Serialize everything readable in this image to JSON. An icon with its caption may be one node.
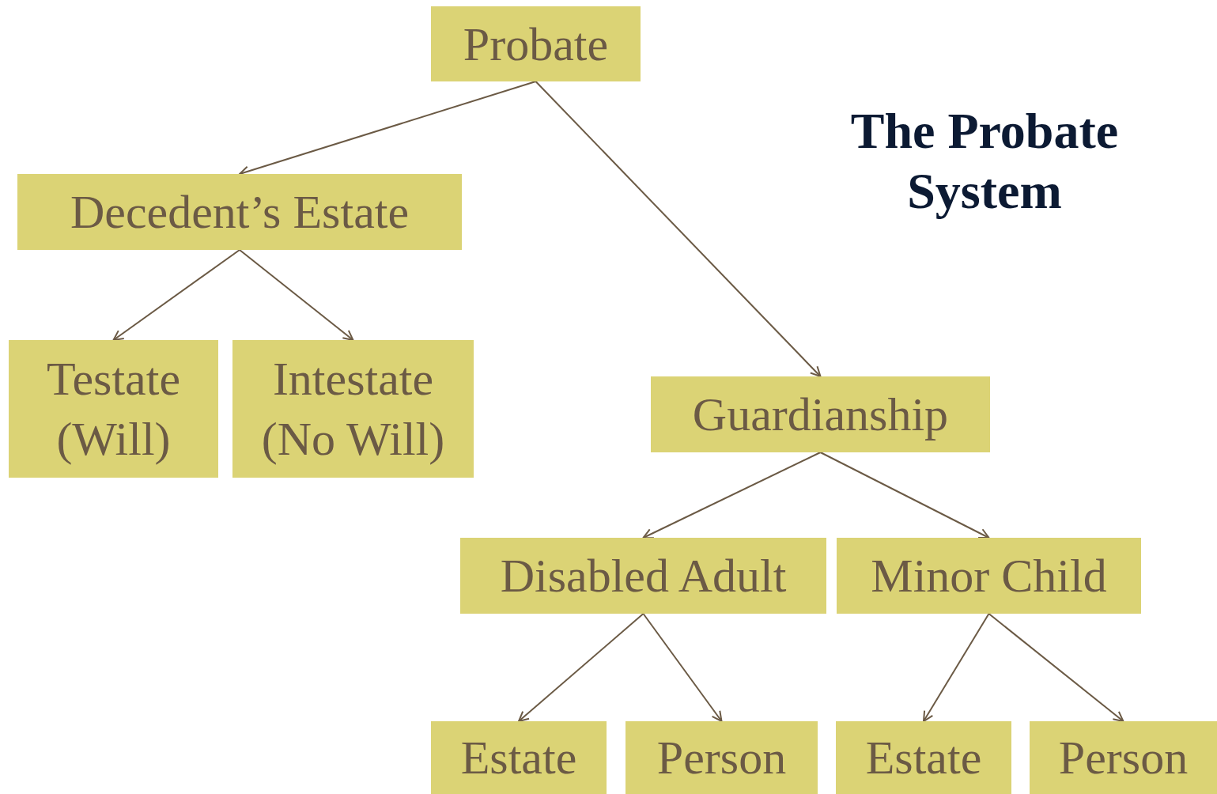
{
  "diagram": {
    "title": "The Probate System",
    "nodes": [
      {
        "text": [
          "Probate"
        ]
      },
      {
        "text": [
          "Decedent’s Estate"
        ]
      },
      {
        "text": [
          "Testate (Will)"
        ]
      },
      {
        "text": [
          "Intestate (No Will)"
        ]
      },
      {
        "text": [
          "Guardianship"
        ]
      },
      {
        "text": [
          "Disabled Adult"
        ]
      },
      {
        "text": [
          "Minor Child"
        ]
      },
      {
        "text": [
          "Estate"
        ]
      },
      {
        "text": [
          "Person"
        ]
      },
      {
        "text": [
          "Estate"
        ]
      },
      {
        "text": [
          "Person"
        ]
      }
    ],
    "edges": [
      {
        "from": 0,
        "to": 1,
        "arrow": "to"
      },
      {
        "from": 0,
        "to": 4,
        "arrow": "to"
      },
      {
        "from": 1,
        "to": 2,
        "arrow": "to"
      },
      {
        "from": 1,
        "to": 3,
        "arrow": "to"
      },
      {
        "from": 4,
        "to": 5,
        "arrow": "to"
      },
      {
        "from": 4,
        "to": 6,
        "arrow": "to"
      },
      {
        "from": 5,
        "to": 7,
        "arrow": "to"
      },
      {
        "from": 5,
        "to": 8,
        "arrow": "to"
      },
      {
        "from": 6,
        "to": 9,
        "arrow": "to"
      },
      {
        "from": 6,
        "to": 10,
        "arrow": "to"
      }
    ]
  }
}
